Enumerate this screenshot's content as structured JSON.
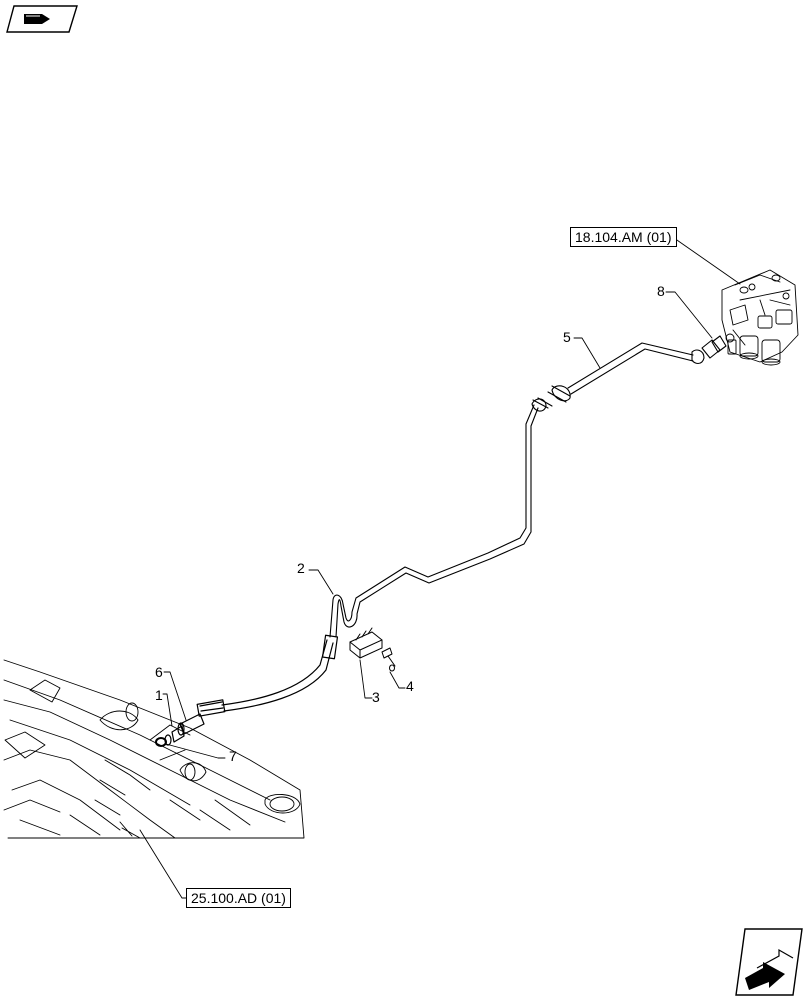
{
  "header": {
    "top_left_icon": "book-pointer-icon"
  },
  "references": [
    {
      "id": "ref-valve",
      "label": "18.104.AM (01)"
    },
    {
      "id": "ref-axle",
      "label": "25.100.AD (01)"
    }
  ],
  "callouts": [
    {
      "id": "1",
      "label": "1"
    },
    {
      "id": "2",
      "label": "2"
    },
    {
      "id": "3",
      "label": "3"
    },
    {
      "id": "4",
      "label": "4"
    },
    {
      "id": "5",
      "label": "5"
    },
    {
      "id": "6",
      "label": "6"
    },
    {
      "id": "7",
      "label": "7"
    },
    {
      "id": "8",
      "label": "8"
    }
  ],
  "footer": {
    "nav_icon": "next-page-arrow-icon"
  },
  "colors": {
    "line": "#000000",
    "background": "#ffffff",
    "fill": "#ffffff"
  }
}
